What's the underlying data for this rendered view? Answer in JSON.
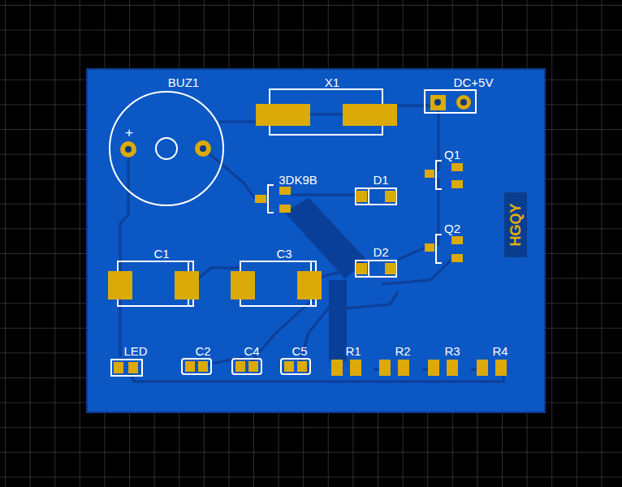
{
  "diagram": {
    "labels": [
      "BUZ1",
      "+",
      "X1",
      "DC+5V",
      "Q1",
      "3DK9B",
      "D1",
      "Q2",
      "D2",
      "C1",
      "C3",
      "LED",
      "C2",
      "C4",
      "C5",
      "R1",
      "R2",
      "R3",
      "R4",
      "HGQY"
    ]
  }
}
